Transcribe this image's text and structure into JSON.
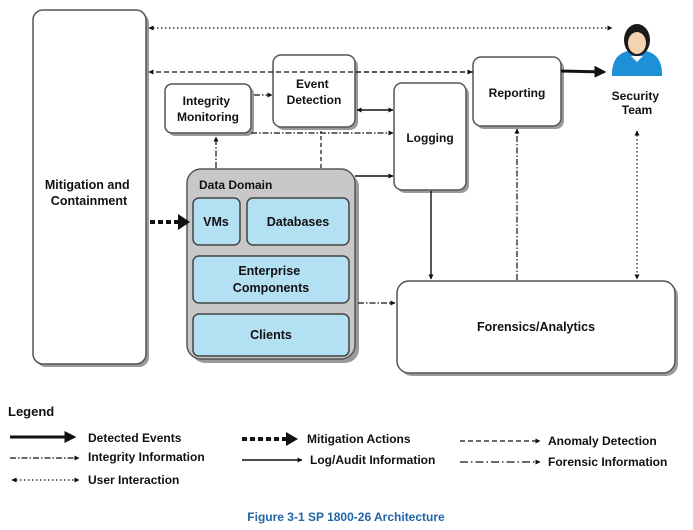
{
  "boxes": {
    "mitigation": [
      "Mitigation and",
      "Containment"
    ],
    "integrity": [
      "Integrity",
      "Monitoring"
    ],
    "event_detection": [
      "Event",
      "Detection"
    ],
    "logging": "Logging",
    "reporting": "Reporting",
    "security_team": [
      "Security",
      "Team"
    ],
    "data_domain": "Data Domain",
    "vms": "VMs",
    "databases": "Databases",
    "enterprise": [
      "Enterprise",
      "Components"
    ],
    "clients": "Clients",
    "forensics": "Forensics/Analytics"
  },
  "legend": {
    "title": "Legend",
    "detected_events": "Detected Events",
    "integrity_information": "Integrity Information",
    "user_interaction": "User Interaction",
    "mitigation_actions": "Mitigation Actions",
    "log_audit": "Log/Audit Information",
    "anomaly_detection": "Anomaly Detection",
    "forensic_information": "Forensic Information"
  },
  "caption": "Figure 3-1 SP 1800-26 Architecture",
  "colors": {
    "component_fill": "#b3e0f2",
    "domain_fill": "#c8c8c8",
    "caption": "#1f64a8",
    "person_icon": "#1e90d6"
  },
  "icons": [
    "security-team-person-icon"
  ]
}
